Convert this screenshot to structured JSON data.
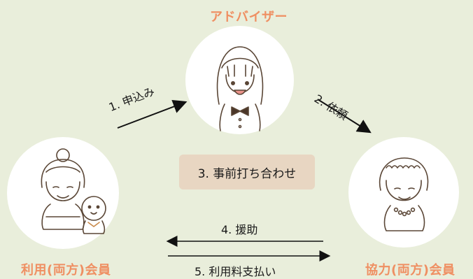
{
  "roles": {
    "advisor": "アドバイザー",
    "user_member": "利用(両方)会員",
    "helper_member": "協力(両方)会員"
  },
  "steps": {
    "apply": "1. 申込み",
    "request": "2. 依頼",
    "consult": "3. 事前打ち合わせ",
    "assist": "4. 援助",
    "pay": "5. 利用料支払い"
  },
  "colors": {
    "background": "#e9eedb",
    "accent": "#ef8f62",
    "consult_box": "#e8d6c2"
  },
  "icons": [
    "advisor-illustration",
    "mother-illustration",
    "baby-illustration",
    "grandmother-illustration"
  ]
}
